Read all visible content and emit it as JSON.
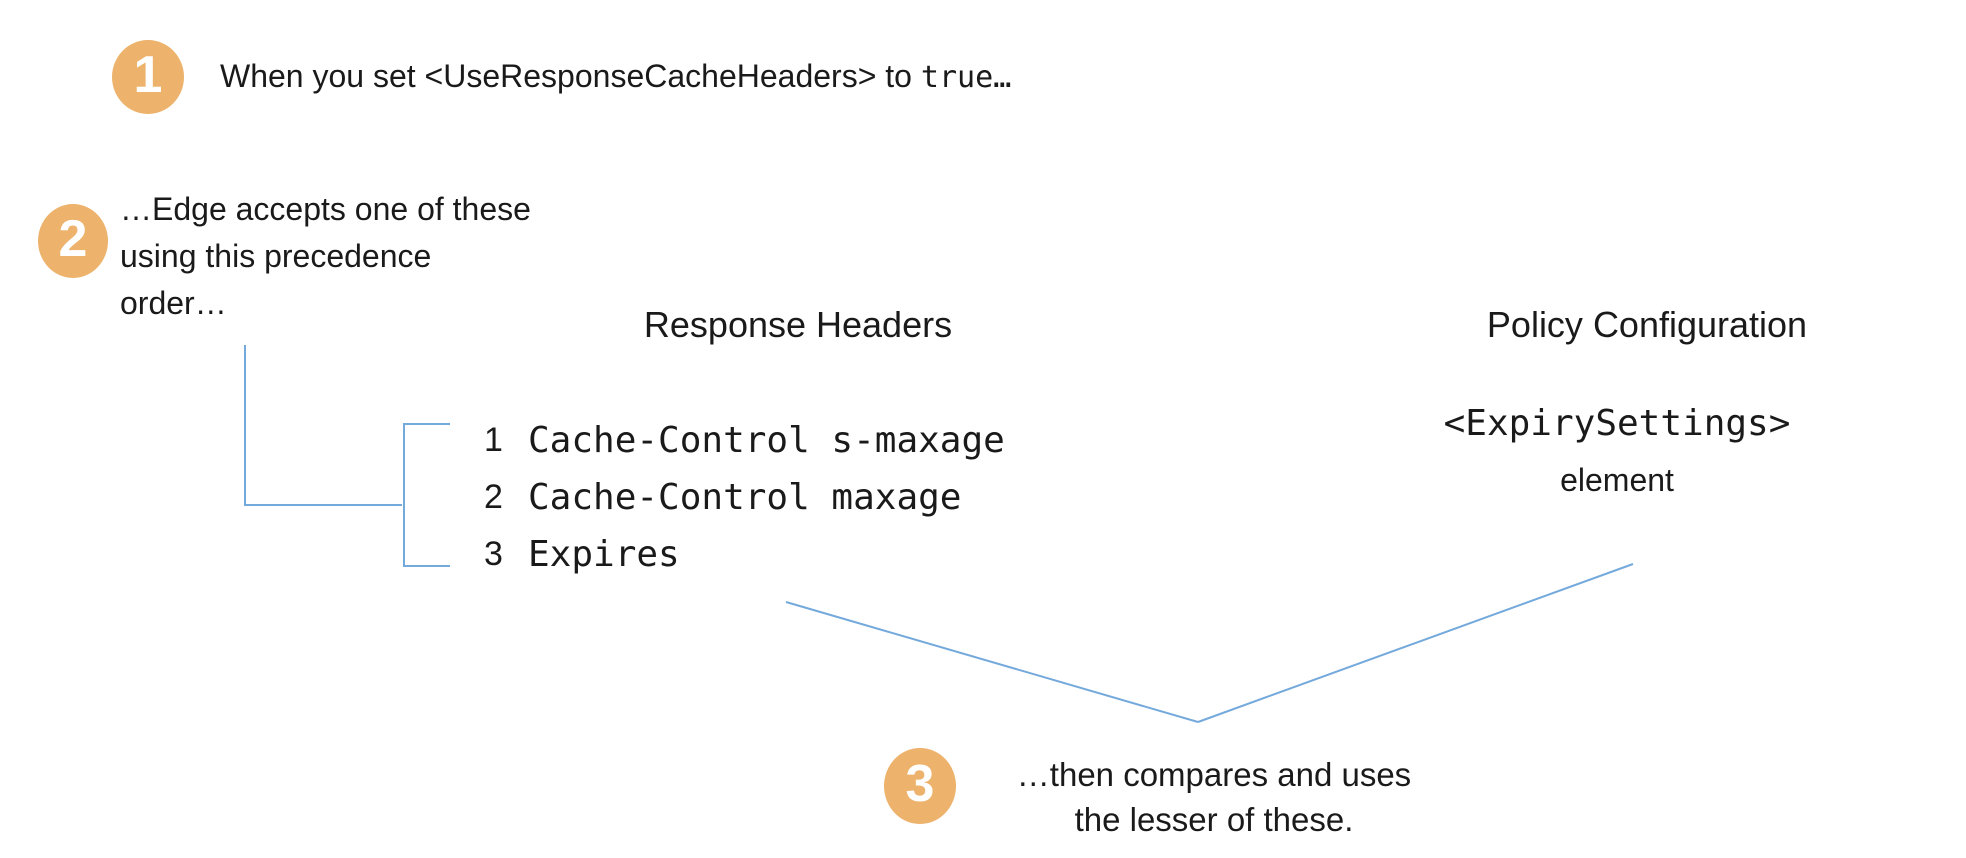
{
  "colors": {
    "badge_fill": "#EDB26B",
    "badge_number": "#FFFFFF",
    "connector_blue": "#74A9DC",
    "text": "#1A1A1A"
  },
  "steps": {
    "step1": {
      "number": "1",
      "prefix": "When you set <UseResponseCacheHeaders> to ",
      "code": "true…"
    },
    "step2": {
      "number": "2",
      "lines": [
        "…Edge accepts one of these",
        "using this precedence",
        "order…"
      ]
    },
    "step3": {
      "number": "3",
      "lines": [
        "…then compares and uses",
        "the lesser of these."
      ]
    }
  },
  "response_headers": {
    "title": "Response Headers",
    "items": [
      {
        "rank": "1",
        "text": "Cache-Control s-maxage"
      },
      {
        "rank": "2",
        "text": "Cache-Control maxage"
      },
      {
        "rank": "3",
        "text": "Expires"
      }
    ]
  },
  "policy_configuration": {
    "title": "Policy Configuration",
    "element_name": "<ExpirySettings>",
    "element_label": "element"
  }
}
